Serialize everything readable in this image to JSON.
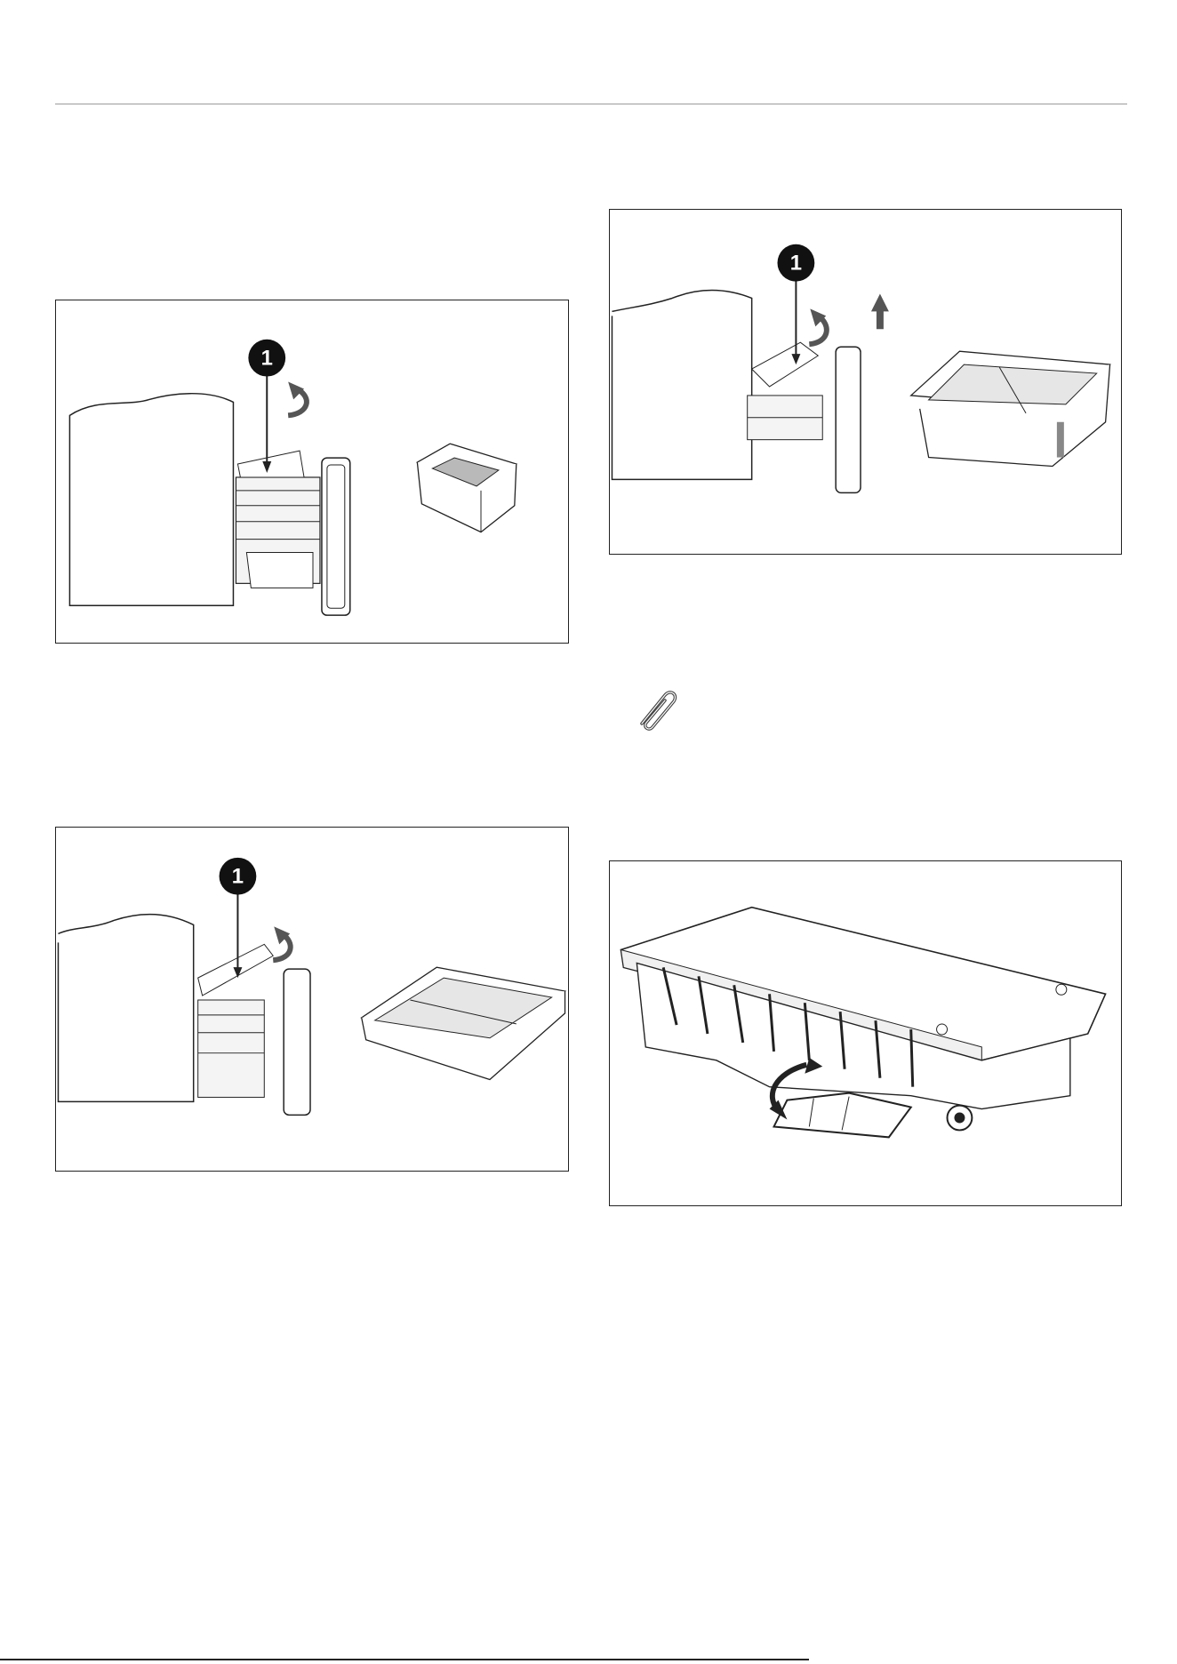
{
  "figures": [
    {
      "id": "fig1",
      "callout": "1"
    },
    {
      "id": "fig2",
      "callout": "1"
    },
    {
      "id": "fig3",
      "callout": "1"
    },
    {
      "id": "fig4"
    }
  ],
  "icons": {
    "note": "paperclip-icon",
    "rotate": "curved-arrow-icon",
    "lift": "up-arrow-icon"
  },
  "colors": {
    "line": "#222222",
    "callout_fill": "#111111",
    "shading": "#b9b9b9",
    "arrow": "#555555"
  }
}
